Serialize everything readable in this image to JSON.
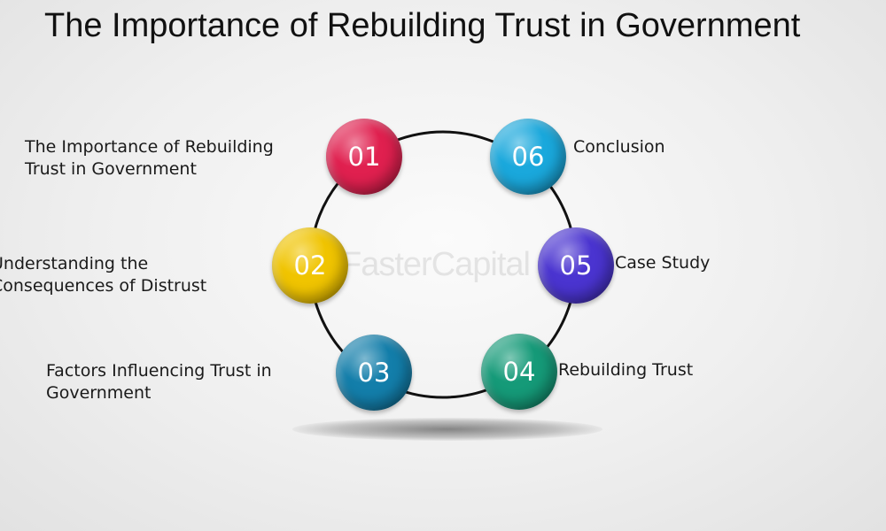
{
  "title": "The Importance of Rebuilding Trust in Government",
  "watermark": "FasterCapital",
  "items": [
    {
      "number": "01",
      "label_line1": "The Importance of Rebuilding",
      "label_line2": "Trust in Government",
      "color": "#e0204f"
    },
    {
      "number": "02",
      "label_line1": "Understanding the",
      "label_line2": "Consequences of Distrust",
      "color": "#f0c400"
    },
    {
      "number": "03",
      "label_line1": "Factors Influencing Trust in",
      "label_line2": "Government",
      "color": "#137eaa"
    },
    {
      "number": "04",
      "label_line1": "Rebuilding Trust",
      "label_line2": "",
      "color": "#159a78"
    },
    {
      "number": "05",
      "label_line1": "Case Study",
      "label_line2": "",
      "color": "#4a34d0"
    },
    {
      "number": "06",
      "label_line1": "Conclusion",
      "label_line2": "",
      "color": "#1aa8dc"
    }
  ]
}
